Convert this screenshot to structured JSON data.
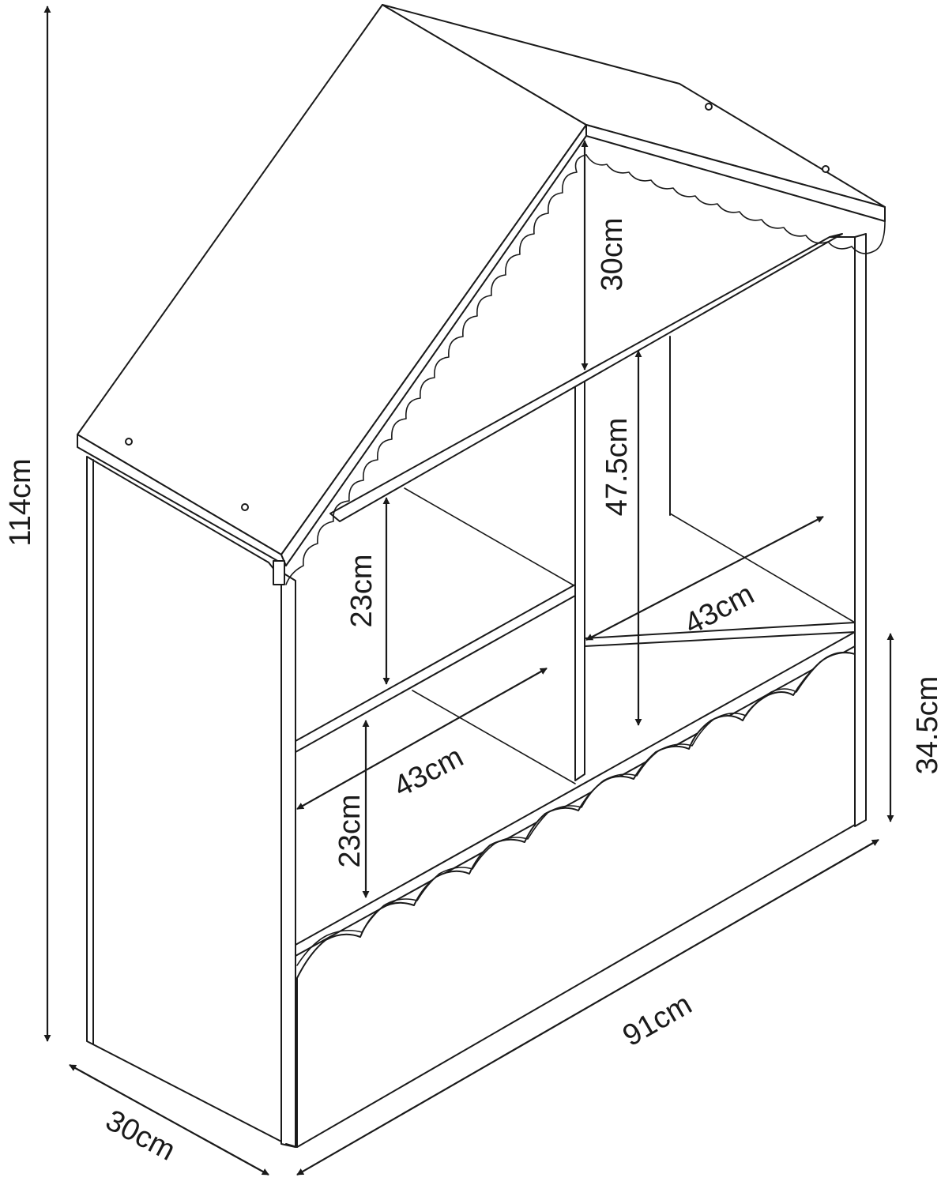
{
  "dimensions": {
    "total_height": "114cm",
    "depth": "30cm",
    "width": "91cm",
    "top_clearance": "30cm",
    "right_compartment_height": "47.5cm",
    "upper_left_shelf_height": "23cm",
    "lower_left_shelf_height": "23cm",
    "right_shelf_width": "43cm",
    "left_shelf_width": "43cm",
    "drawer_height": "34.5cm"
  }
}
